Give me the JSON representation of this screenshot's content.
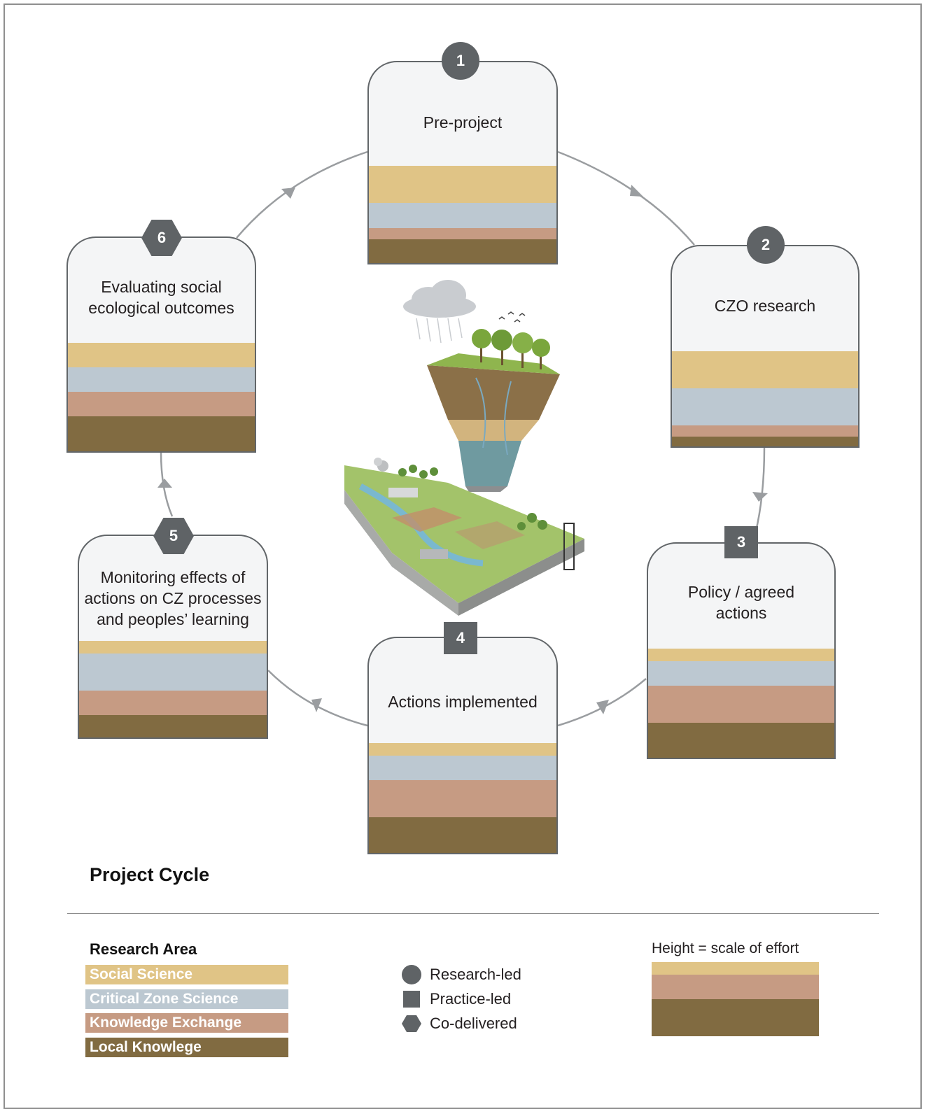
{
  "stages": [
    {
      "number": "1",
      "label": "Pre-project",
      "marker": "circle",
      "layers": {
        "social": 2,
        "czs": 1.3,
        "ke": 0.6,
        "local": 1.4
      }
    },
    {
      "number": "2",
      "label": "CZO research",
      "marker": "circle",
      "layers": {
        "social": 2,
        "czs": 2,
        "ke": 0.6,
        "local": 0.7
      }
    },
    {
      "number": "3",
      "label": "Policy / agreed actions",
      "marker": "square",
      "layers": {
        "social": 0.7,
        "czs": 1.3,
        "ke": 2,
        "local": 2
      }
    },
    {
      "number": "4",
      "label": "Actions implemented",
      "marker": "square",
      "layers": {
        "social": 0.7,
        "czs": 1.3,
        "ke": 2,
        "local": 2
      }
    },
    {
      "number": "5",
      "label": "Monitoring effects of actions on CZ processes and peoples’ learning",
      "marker": "hex",
      "layers": {
        "social": 0.7,
        "czs": 2,
        "ke": 1.3,
        "local": 1.3
      }
    },
    {
      "number": "6",
      "label": "Evaluating social ecological outcomes",
      "marker": "hex",
      "layers": {
        "social": 1.3,
        "czs": 1.3,
        "ke": 1.3,
        "local": 2
      }
    }
  ],
  "title": "Project Cycle",
  "legend": {
    "research_area_heading": "Research Area",
    "areas": [
      {
        "label": "Social Science",
        "color": "#e0c486"
      },
      {
        "label": "Critical Zone Science",
        "color": "#bcc8d1"
      },
      {
        "label": "Knowledge  Exchange",
        "color": "#c69b83"
      },
      {
        "label": "Local Knowlege",
        "color": "#816b41"
      }
    ],
    "shapes": [
      {
        "icon": "circle",
        "label": "Research-led"
      },
      {
        "icon": "square",
        "label": "Practice-led"
      },
      {
        "icon": "hexagon",
        "label": "Co-delivered"
      }
    ],
    "height_note": "Height = scale of effort"
  },
  "colors": {
    "social_science": "#e0c486",
    "critical_zone_science": "#bcc8d1",
    "knowledge_exchange": "#c69b83",
    "local_knowledge": "#816b41",
    "marker": "#5f6366",
    "connector": "#9a9da0"
  }
}
